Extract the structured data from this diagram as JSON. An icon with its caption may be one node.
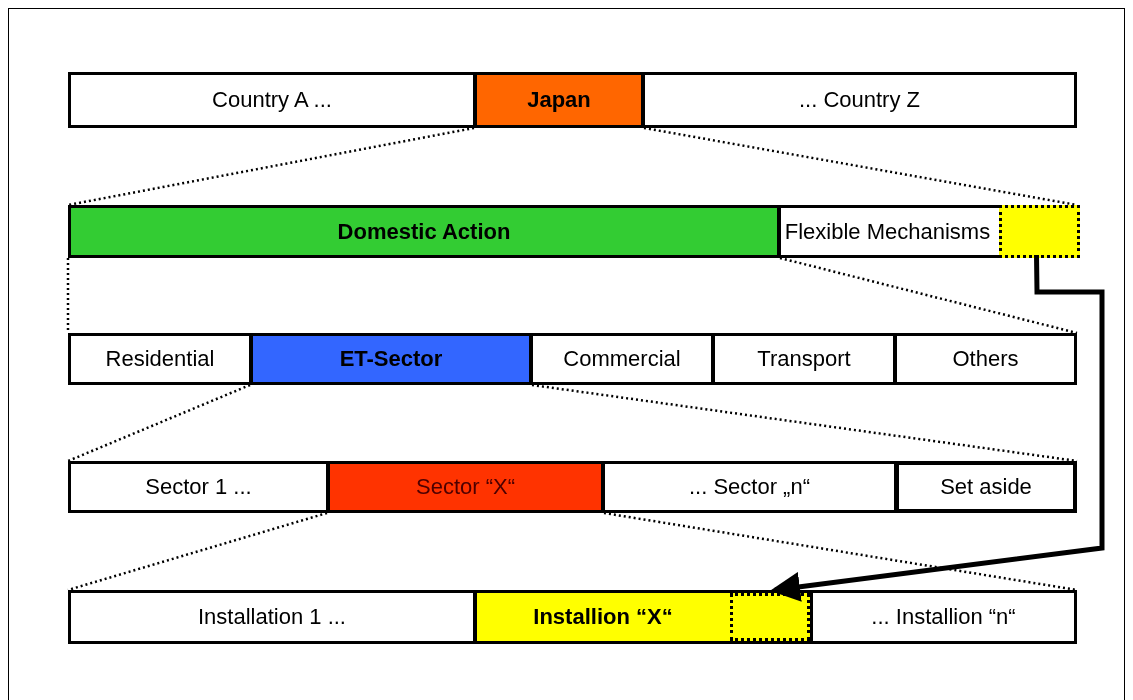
{
  "diagram": {
    "nodes": [
      {
        "text": [
          "Country A ..."
        ]
      },
      {
        "text": [
          "Japan"
        ]
      },
      {
        "text": [
          "... Country Z"
        ]
      },
      {
        "text": [
          "Domestic Action"
        ]
      },
      {
        "text": [
          "Flexible Mechanisms"
        ]
      },
      {
        "text": [],
        "shape": "box",
        "in": 4
      },
      {
        "text": [
          "Residential"
        ]
      },
      {
        "text": [
          "ET-Sector"
        ]
      },
      {
        "text": [
          "Commercial"
        ]
      },
      {
        "text": [
          "Transport"
        ]
      },
      {
        "text": [
          "Others"
        ]
      },
      {
        "text": [
          "Sector 1 ..."
        ]
      },
      {
        "text": [
          "Sector “X“"
        ]
      },
      {
        "text": [
          "... Sector „n“"
        ]
      },
      {
        "text": [
          "Set aside"
        ]
      },
      {
        "text": [
          "Installation 1 ..."
        ]
      },
      {
        "text": [
          "Installion “X“"
        ]
      },
      {
        "text": [],
        "shape": "box",
        "in": 16
      },
      {
        "text": [
          "... Installion “n“"
        ]
      }
    ],
    "edges": [
      {
        "from": 1,
        "to": 3,
        "arrow": "none",
        "style": "dashed"
      },
      {
        "from": 1,
        "to": 4,
        "arrow": "none",
        "style": "dashed"
      },
      {
        "from": 3,
        "to": 6,
        "arrow": "none",
        "style": "dashed"
      },
      {
        "from": 3,
        "to": 10,
        "arrow": "none",
        "style": "dashed"
      },
      {
        "from": 7,
        "to": 11,
        "arrow": "none",
        "style": "dashed"
      },
      {
        "from": 7,
        "to": 14,
        "arrow": "none",
        "style": "dashed"
      },
      {
        "from": 12,
        "to": 15,
        "arrow": "none",
        "style": "dashed"
      },
      {
        "from": 12,
        "to": 18,
        "arrow": "none",
        "style": "dashed"
      },
      {
        "from": 5,
        "to": 17,
        "arrow": "to",
        "style": "thick"
      }
    ]
  }
}
